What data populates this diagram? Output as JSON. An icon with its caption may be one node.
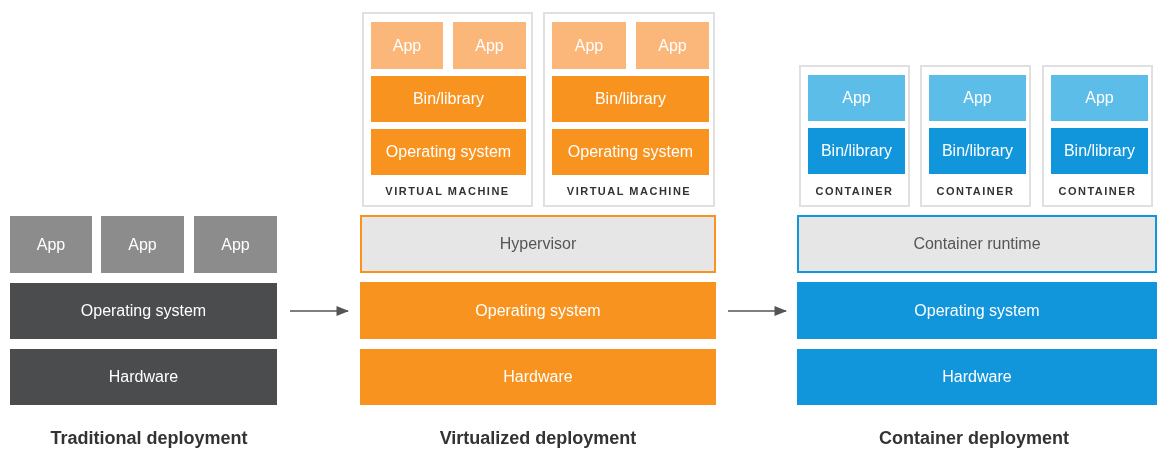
{
  "diagram": {
    "nodes": [
      {
        "text": [
          "Traditional deployment"
        ]
      },
      {
        "text": [
          "App"
        ],
        "in": 0
      },
      {
        "text": [
          "App"
        ],
        "in": 0
      },
      {
        "text": [
          "App"
        ],
        "in": 0
      },
      {
        "text": [
          "Operating system"
        ],
        "in": 0
      },
      {
        "text": [
          "Hardware"
        ],
        "in": 0
      },
      {
        "text": [
          "Virtualized deployment"
        ]
      },
      {
        "text": [
          "VIRTUAL MACHINE"
        ],
        "in": 6
      },
      {
        "text": [
          "App"
        ],
        "in": 7
      },
      {
        "text": [
          "App"
        ],
        "in": 7
      },
      {
        "text": [
          "Bin/library"
        ],
        "in": 7
      },
      {
        "text": [
          "Operating system"
        ],
        "in": 7
      },
      {
        "text": [
          "VIRTUAL MACHINE"
        ],
        "in": 6
      },
      {
        "text": [
          "App"
        ],
        "in": 12
      },
      {
        "text": [
          "App"
        ],
        "in": 12
      },
      {
        "text": [
          "Bin/library"
        ],
        "in": 12
      },
      {
        "text": [
          "Operating system"
        ],
        "in": 12
      },
      {
        "text": [
          "Hypervisor"
        ],
        "in": 6
      },
      {
        "text": [
          "Operating system"
        ],
        "in": 6
      },
      {
        "text": [
          "Hardware"
        ],
        "in": 6
      },
      {
        "text": [
          "Container deployment"
        ]
      },
      {
        "text": [
          "CONTAINER"
        ],
        "in": 20
      },
      {
        "text": [
          "App"
        ],
        "in": 21
      },
      {
        "text": [
          "Bin/library"
        ],
        "in": 21
      },
      {
        "text": [
          "CONTAINER"
        ],
        "in": 20
      },
      {
        "text": [
          "App"
        ],
        "in": 24
      },
      {
        "text": [
          "Bin/library"
        ],
        "in": 24
      },
      {
        "text": [
          "CONTAINER"
        ],
        "in": 20
      },
      {
        "text": [
          "App"
        ],
        "in": 27
      },
      {
        "text": [
          "Bin/library"
        ],
        "in": 27
      },
      {
        "text": [
          "Container runtime"
        ],
        "in": 20
      },
      {
        "text": [
          "Operating system"
        ],
        "in": 20
      },
      {
        "text": [
          "Hardware"
        ],
        "in": 20
      }
    ],
    "edges": [
      {
        "from": 0,
        "to": 6,
        "arrow": "to"
      },
      {
        "from": 6,
        "to": 20,
        "arrow": "to"
      }
    ]
  }
}
